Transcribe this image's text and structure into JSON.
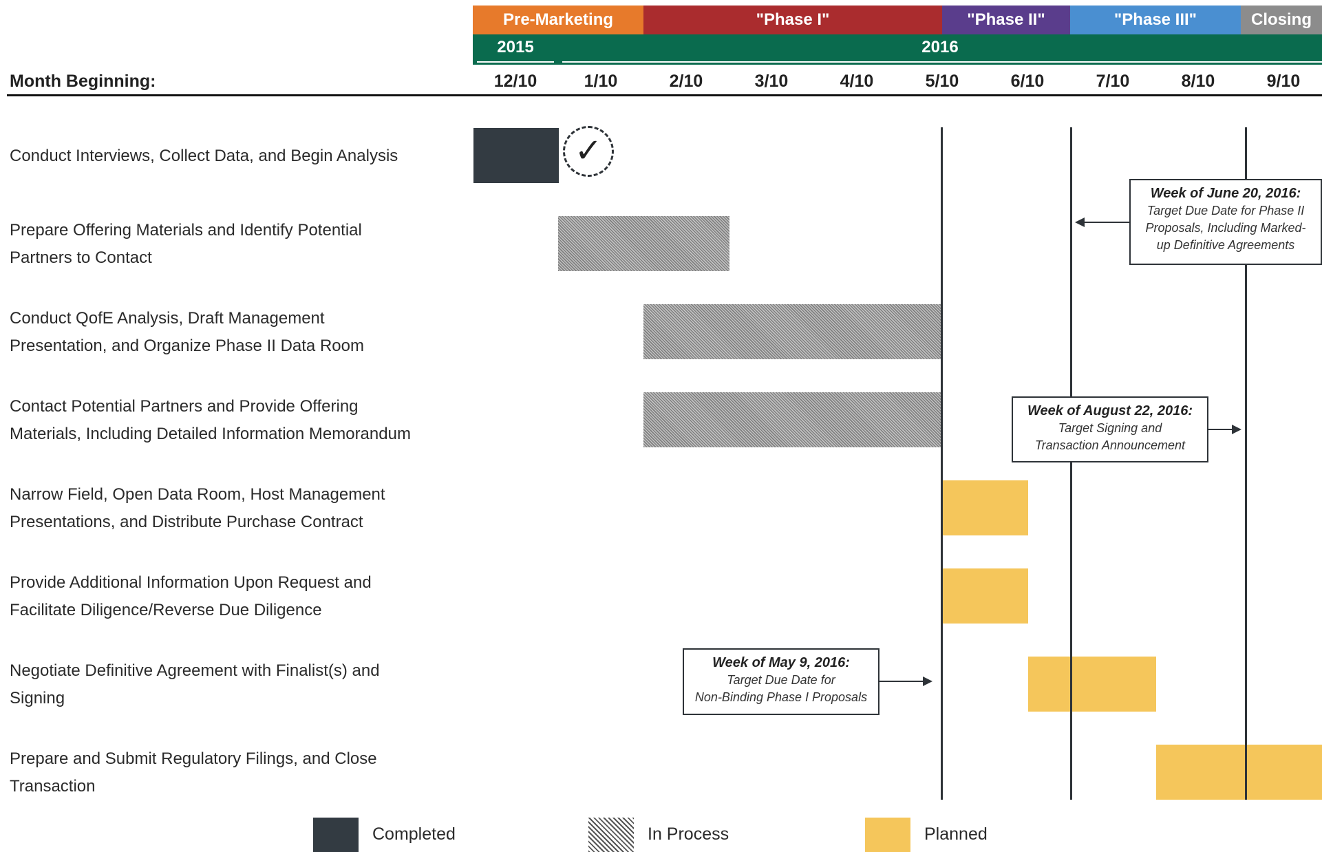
{
  "phases": [
    {
      "label": "Pre-Marketing",
      "color": "#e77a2b"
    },
    {
      "label": "\"Phase I\"",
      "color": "#aa2c2e"
    },
    {
      "label": "\"Phase II\"",
      "color": "#5a3d8c"
    },
    {
      "label": "\"Phase III\"",
      "color": "#4a8fd1"
    },
    {
      "label": "Closing",
      "color": "#8c8c8c"
    }
  ],
  "years": [
    "2015",
    "2016"
  ],
  "header": {
    "month_beginning": "Month Beginning:"
  },
  "months": [
    "12/10",
    "1/10",
    "2/10",
    "3/10",
    "4/10",
    "5/10",
    "6/10",
    "7/10",
    "8/10",
    "9/10"
  ],
  "tasks": [
    {
      "line1": "Conduct Interviews, Collect Data, and Begin Analysis",
      "line2": "",
      "status": "Completed",
      "start_month": "12/10",
      "end_month": "1/10"
    },
    {
      "line1": "Prepare Offering Materials and Identify Potential",
      "line2": "Partners to Contact",
      "status": "In Process",
      "start_month": "1/10",
      "end_month": "3/10"
    },
    {
      "line1": "Conduct QofE Analysis, Draft Management",
      "line2": "Presentation, and Organize Phase II Data Room",
      "status": "In Process",
      "start_month": "2/10",
      "end_month": "5/10"
    },
    {
      "line1": "Contact Potential Partners and Provide Offering",
      "line2": "Materials, Including Detailed Information Memorandum",
      "status": "In Process",
      "start_month": "2/10",
      "end_month": "5/10"
    },
    {
      "line1": "Narrow Field, Open Data Room, Host Management",
      "line2": "Presentations, and Distribute Purchase Contract",
      "status": "Planned",
      "start_month": "5/10",
      "end_month": "6/10"
    },
    {
      "line1": "Provide Additional Information Upon Request and",
      "line2": "Facilitate Diligence/Reverse Due Diligence",
      "status": "Planned",
      "start_month": "5/10",
      "end_month": "6/10"
    },
    {
      "line1": "Negotiate Definitive Agreement with Finalist(s) and",
      "line2": "Signing",
      "status": "Planned",
      "start_month": "6/10",
      "end_month": "7/10"
    },
    {
      "line1": "Prepare and Submit Regulatory Filings, and Close",
      "line2": "Transaction",
      "status": "Planned",
      "start_month": "7/10",
      "end_month": "9/10"
    }
  ],
  "callouts": [
    {
      "title": "Week of  June 20, 2016:",
      "line1": "Target Due Date for Phase II",
      "line2": "Proposals, Including Marked-",
      "line3": "up Definitive Agreements"
    },
    {
      "title": "Week of  August 22, 2016:",
      "line1": "Target Signing and",
      "line2": "Transaction Announcement",
      "line3": ""
    },
    {
      "title": "Week of May 9, 2016:",
      "line1": "Target Due Date for",
      "line2": "Non-Binding Phase I Proposals",
      "line3": ""
    }
  ],
  "legend": [
    {
      "label": "Completed",
      "color": "#333b42"
    },
    {
      "label": "In Process",
      "color": "#8c8c8c"
    },
    {
      "label": "Planned",
      "color": "#f5c65b"
    }
  ],
  "colors": {
    "completed": "#333b42",
    "in_process": "#8c8c8c",
    "planned": "#f5c65b",
    "year_band": "#0a6b4e"
  }
}
